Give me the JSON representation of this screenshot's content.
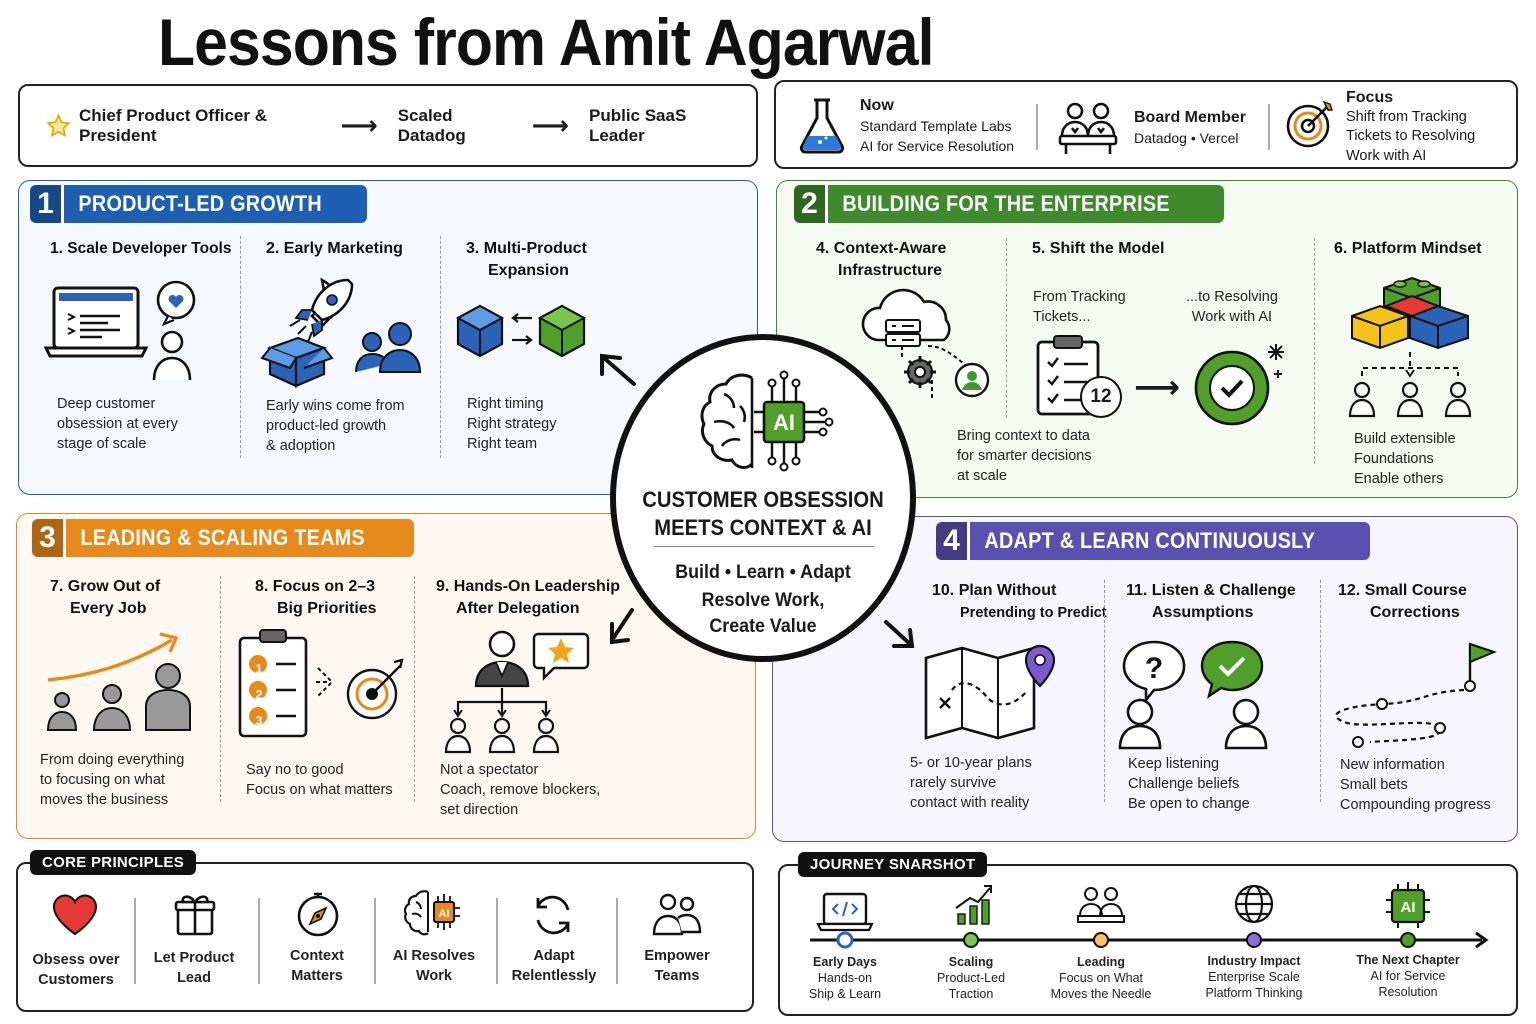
{
  "title": "Lessons from Amit Agarwal",
  "header": {
    "role": "Chief Product Officer & President",
    "step2": "Scaled Datadog",
    "step3": "Public SaaS Leader",
    "now_label": "Now",
    "now_line1": "Standard Template Labs",
    "now_line2": "AI for Service Resolution",
    "board_label": "Board Member",
    "board_line1": "Datadog • Vercel",
    "focus_label": "Focus",
    "focus_line1": "Shift from Tracking",
    "focus_line2": "Tickets to Resolving",
    "focus_line3": "Work with AI"
  },
  "sections": {
    "s1": {
      "num": "1",
      "title": "PRODUCT-LED GROWTH",
      "i1_title": "1.  Scale Developer Tools",
      "i1_desc": [
        "Deep customer",
        "obsession at every",
        "stage of scale"
      ],
      "i2_title": "2.  Early Marketing",
      "i2_desc": [
        "Early wins come from",
        "product-led growth",
        "& adoption"
      ],
      "i3_title": [
        "3.  Multi-Product",
        "Expansion"
      ],
      "i3_desc": [
        "Right timing",
        "Right strategy",
        "Right team"
      ]
    },
    "s2": {
      "num": "2",
      "title": "BUILDING FOR THE ENTERPRISE",
      "i4_title": [
        "4.  Context-Aware",
        "Infrastructure"
      ],
      "i4_desc": [
        "Bring context to data",
        "for smarter decisions",
        "at scale"
      ],
      "i5_title": "5.  Shift the Model",
      "i5_from": [
        "From Tracking",
        "Tickets..."
      ],
      "i5_to": [
        "...to Resolving",
        "Work with AI"
      ],
      "i5_badge": "12",
      "i6_title": "6.  Platform Mindset",
      "i6_desc": [
        "Build extensible",
        "Foundations",
        "Enable others"
      ]
    },
    "s3": {
      "num": "3",
      "title": "LEADING & SCALING TEAMS",
      "i7_title": [
        "7.  Grow Out of",
        "Every Job"
      ],
      "i7_desc": [
        "From doing everything",
        "to focusing on what",
        "moves the business"
      ],
      "i8_title": [
        "8.  Focus on 2–3",
        "Big Priorities"
      ],
      "i8_desc": [
        "Say no to good",
        "Focus on what matters"
      ],
      "i8_nums": [
        "1",
        "2",
        "3"
      ],
      "i9_title": [
        "9.  Hands-On Leadership",
        "After Delegation"
      ],
      "i9_desc": [
        "Not a spectator",
        "Coach, remove blockers,",
        "set direction"
      ]
    },
    "s4": {
      "num": "4",
      "title": "ADAPT & LEARN CONTINUOUSLY",
      "i10_title": [
        "10.  Plan Without",
        "Pretending to Predict"
      ],
      "i10_desc": [
        "5- or 10-year plans",
        "rarely survive",
        "contact with reality"
      ],
      "i11_title": [
        "11.  Listen & Challenge",
        "Assumptions"
      ],
      "i11_desc": [
        "Keep listening",
        "Challenge beliefs",
        "Be open to change"
      ],
      "i12_title": [
        "12.  Small Course",
        "Corrections"
      ],
      "i12_desc": [
        "New information",
        "Small bets",
        "Compounding progress"
      ]
    }
  },
  "center": {
    "chip": "AI",
    "line1": "CUSTOMER OBSESSION",
    "line2": "MEETS CONTEXT & AI",
    "line3": "Build • Learn • Adapt",
    "line4": "Resolve Work,",
    "line5": "Create Value"
  },
  "principles": {
    "heading": "CORE PRINCIPLES",
    "chip": "AI",
    "items": [
      [
        "Obsess over",
        "Customers"
      ],
      [
        "Let Product",
        "Lead"
      ],
      [
        "Context",
        "Matters"
      ],
      [
        "AI Resolves",
        "Work"
      ],
      [
        "Adapt",
        "Relentlessly"
      ],
      [
        "Empower",
        "Teams"
      ]
    ]
  },
  "journey": {
    "heading": "JOURNEY SNARSHOT",
    "chip": "AI",
    "stages": [
      {
        "title": "Early Days",
        "l1": "Hands-on",
        "l2": "Ship & Learn",
        "color": "#2a63b8"
      },
      {
        "title": "Scaling",
        "l1": "Product-Led",
        "l2": "Traction",
        "color": "#3e9a2c"
      },
      {
        "title": "Leading",
        "l1": "Focus on What",
        "l2": "Moves the Needle",
        "color": "#f0a020"
      },
      {
        "title": "Industry Impact",
        "l1": "Enterprise Scale",
        "l2": "Platform Thinking",
        "color": "#6a4fc0"
      },
      {
        "title": "The Next Chapter",
        "l1": "AI for Service",
        "l2": "Resolution",
        "color": "#3e9a2c"
      }
    ]
  },
  "colors": {
    "blue": "#1e5fb4",
    "green": "#3e8a2c",
    "orange": "#e8891c",
    "purple": "#5b4fb0"
  }
}
